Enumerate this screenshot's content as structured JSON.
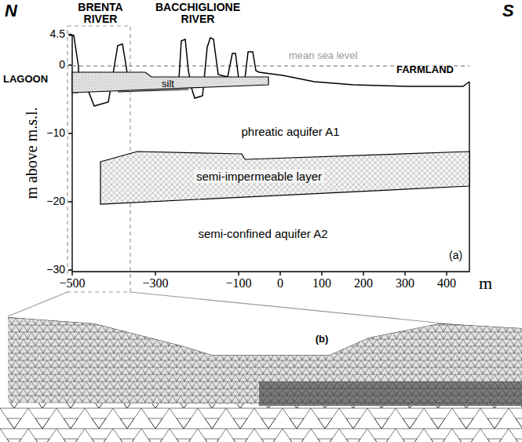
{
  "diagram": {
    "nodes": [
      {
        "text": [
          "silt"
        ]
      },
      {
        "text": [
          "semi-impermeable layer"
        ]
      }
    ],
    "labels": [
      "N",
      "S",
      "BRENTA RIVER",
      "BACCHIGLIONE RIVER",
      "mean sea level",
      "LAGOON",
      "FARMLAND",
      "phreatic aquifer A1",
      "semi-confined aquifer A2",
      "m above m.s.l.",
      "4.5",
      "0",
      "−10",
      "−20",
      "−30",
      "−500",
      "−300",
      "−100",
      "0",
      "100",
      "200",
      "300",
      "400",
      "m",
      "(a)",
      "(b)"
    ]
  }
}
